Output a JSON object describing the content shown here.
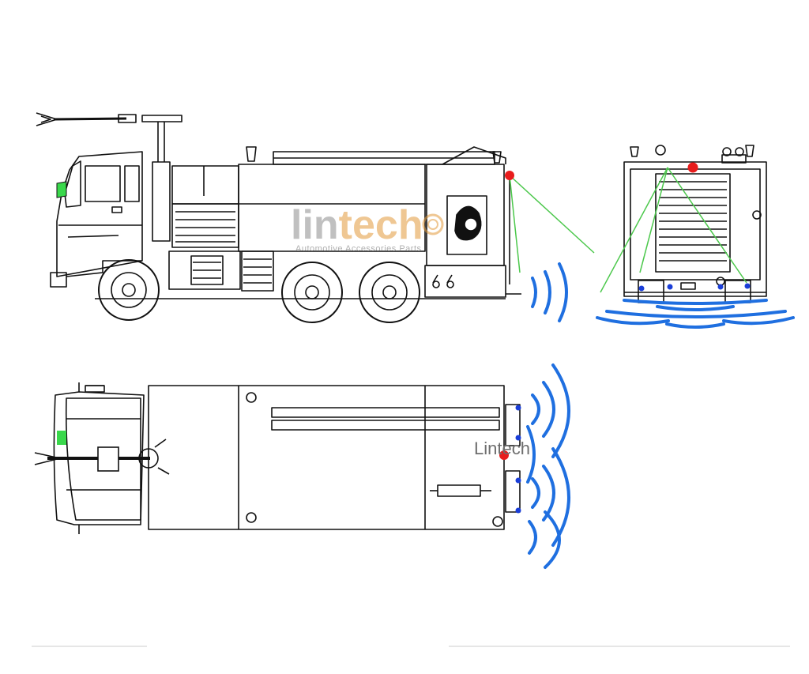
{
  "watermark": {
    "logo_part1": "lin",
    "logo_part2": "tech",
    "logo_tagline": "Automotive Accessories Parts",
    "label": "Lintech"
  },
  "colors": {
    "line": "#111111",
    "sensor_red": "#e81c1c",
    "sensor_blue": "#1a3ed8",
    "wave_blue": "#1f6fe0",
    "beam_green": "#4cc84c",
    "window_green": "#39d84b",
    "logo_gray": "#8d8d8d",
    "logo_orange": "#e39a3b"
  },
  "views": [
    "side-view",
    "rear-view",
    "top-view"
  ]
}
